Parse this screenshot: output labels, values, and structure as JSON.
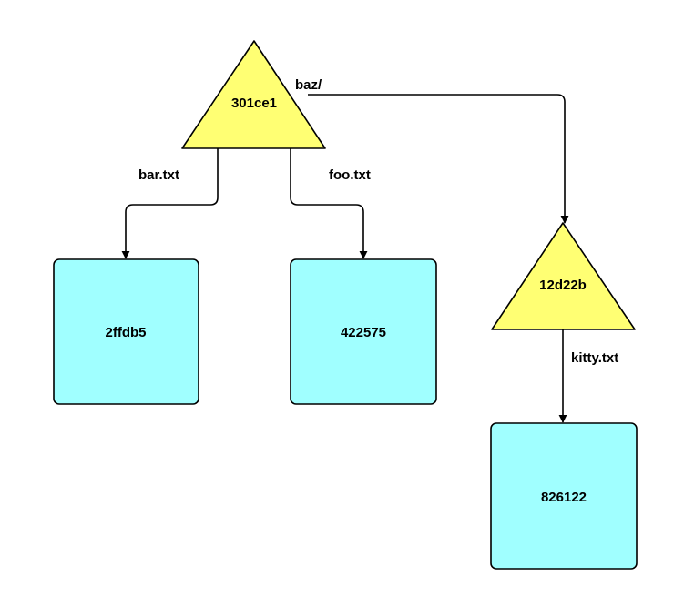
{
  "colors": {
    "tree_fill": "#ffff73",
    "blob_fill": "#a0ffff",
    "stroke": "#000000",
    "background": "#ffffff"
  },
  "nodes": {
    "tree_root": {
      "label": "301ce1",
      "kind": "tree"
    },
    "tree_baz": {
      "label": "12d22b",
      "kind": "tree"
    },
    "blob_bar": {
      "label": "2ffdb5",
      "kind": "blob"
    },
    "blob_foo": {
      "label": "422575",
      "kind": "blob"
    },
    "blob_kitty": {
      "label": "826122",
      "kind": "blob"
    }
  },
  "edges": {
    "bar": {
      "from": "301ce1",
      "to": "2ffdb5",
      "label": "bar.txt"
    },
    "foo": {
      "from": "301ce1",
      "to": "422575",
      "label": "foo.txt"
    },
    "baz": {
      "from": "301ce1",
      "to": "12d22b",
      "label": "baz/"
    },
    "kitty": {
      "from": "12d22b",
      "to": "826122",
      "label": "kitty.txt"
    }
  }
}
